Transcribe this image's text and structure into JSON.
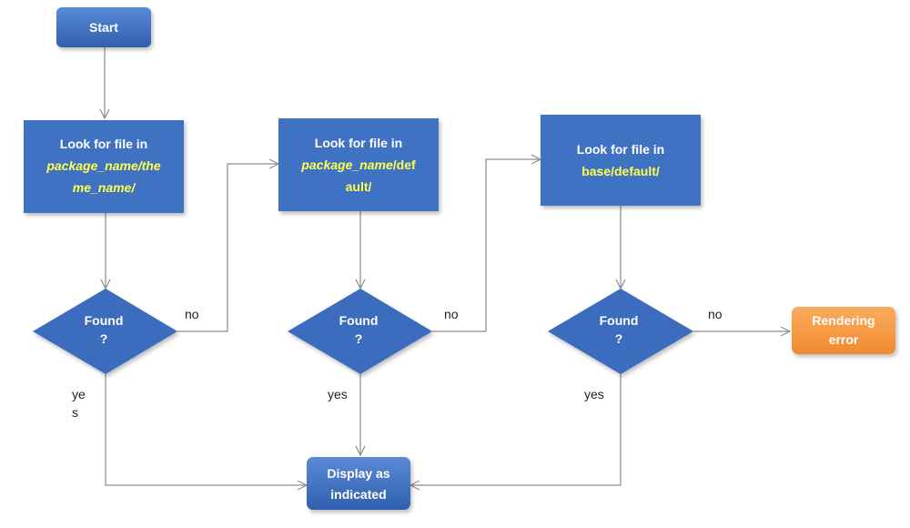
{
  "nodes": {
    "start": {
      "label": "Start"
    },
    "look1": {
      "line1": "Look for file in",
      "line2": "package_name/the",
      "line3": "me_name/"
    },
    "look2": {
      "line1": "Look for file in",
      "line2_italic": "package_name",
      "line2_plain": "/def",
      "line3": "ault/"
    },
    "look3": {
      "line1": "Look for file in",
      "line2": "base/default/"
    },
    "found1": {
      "line1": "Found",
      "line2": "?"
    },
    "found2": {
      "line1": "Found",
      "line2": "?"
    },
    "found3": {
      "line1": "Found",
      "line2": "?"
    },
    "display": {
      "line1": "Display as",
      "line2": "indicated"
    },
    "error": {
      "line1": "Rendering",
      "line2": "error"
    }
  },
  "edges": {
    "found1_no": "no",
    "found2_no": "no",
    "found3_no": "no",
    "found1_yes_line1": "ye",
    "found1_yes_line2": "s",
    "found2_yes": "yes",
    "found3_yes": "yes"
  },
  "colors": {
    "process_fill": "#3f72c4",
    "decision_fill": "#3a6cbd",
    "start_fill": "#4577c8",
    "error_fill": "#f7963f",
    "highlight_text": "#ffff4d",
    "connector": "#8c8c8c"
  }
}
